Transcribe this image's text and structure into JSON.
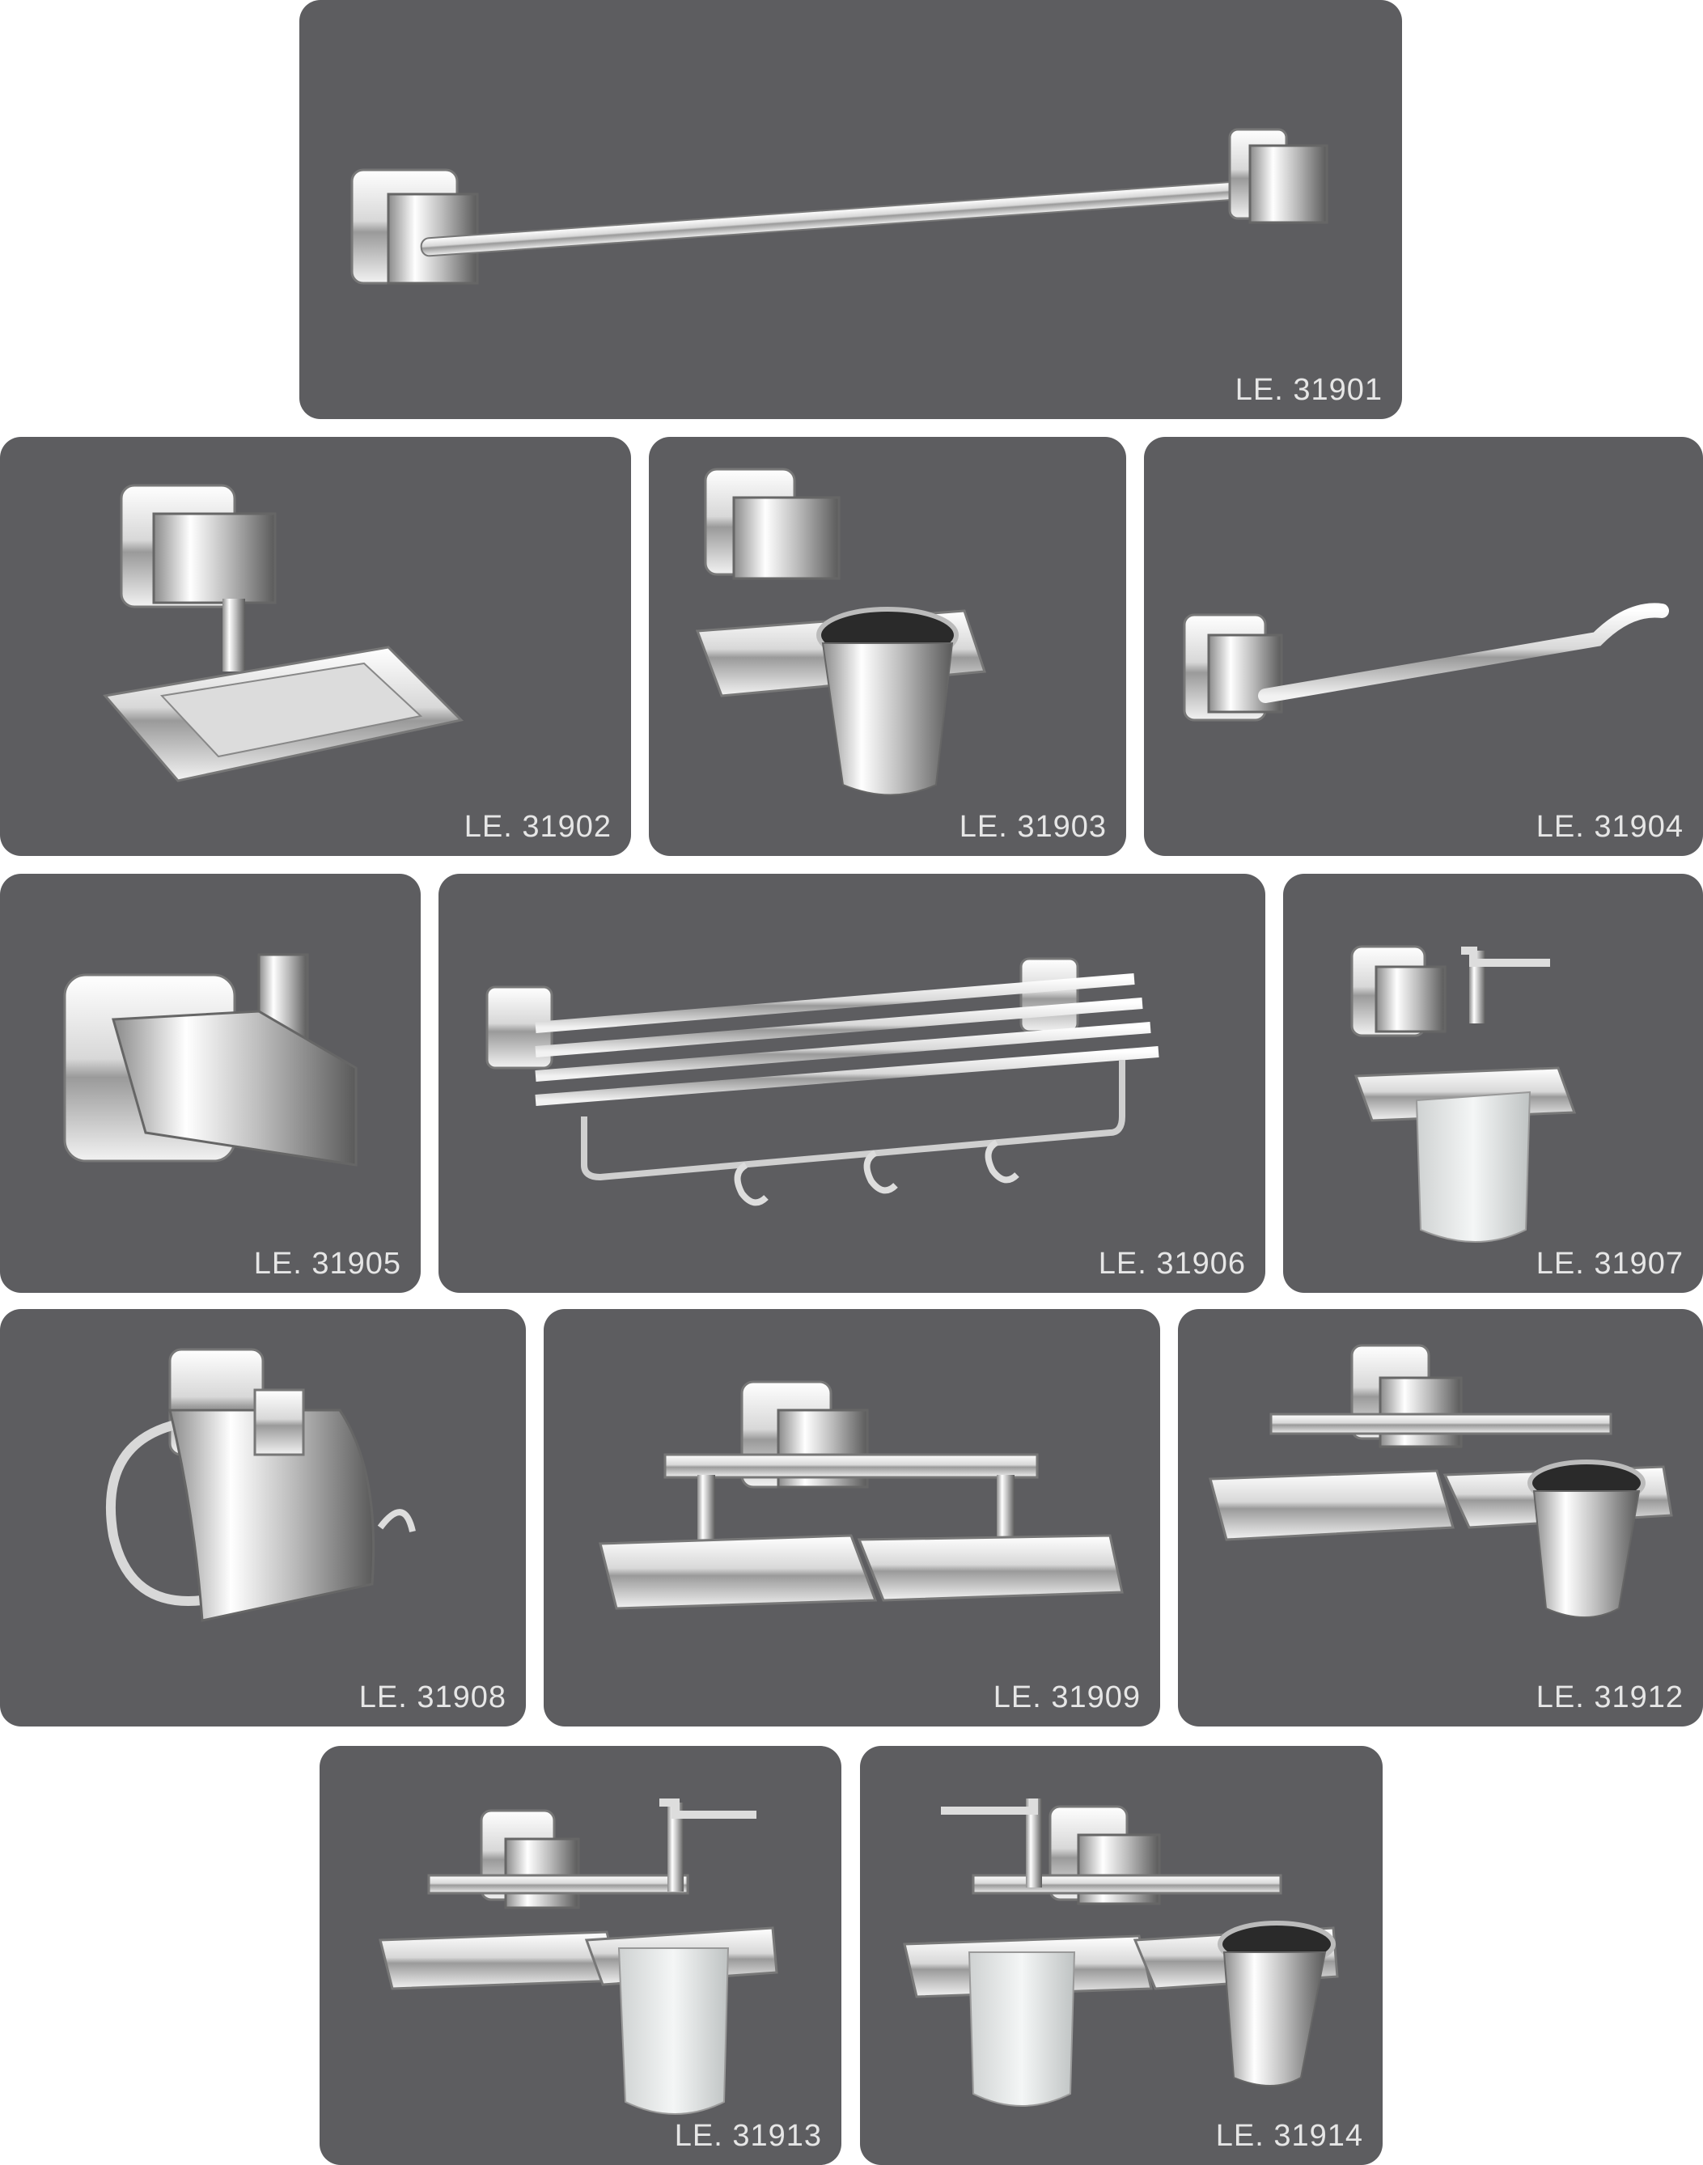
{
  "colors": {
    "page_bg": "#ffffff",
    "card_bg": "#5d5d60",
    "label": "#e6e6e6"
  },
  "products": [
    {
      "code": "LE. 31901",
      "icon": "towel-rod-icon"
    },
    {
      "code": "LE. 31902",
      "icon": "soap-dish-icon"
    },
    {
      "code": "LE. 31903",
      "icon": "tumbler-holder-icon"
    },
    {
      "code": "LE. 31904",
      "icon": "napkin-ring-icon"
    },
    {
      "code": "LE. 31905",
      "icon": "robe-hook-icon"
    },
    {
      "code": "LE. 31906",
      "icon": "towel-rack-icon"
    },
    {
      "code": "LE. 31907",
      "icon": "soap-dispenser-icon"
    },
    {
      "code": "LE. 31908",
      "icon": "paper-holder-icon"
    },
    {
      "code": "LE. 31909",
      "icon": "double-soap-dish-icon"
    },
    {
      "code": "LE. 31912",
      "icon": "soap-dish-tumbler-icon"
    },
    {
      "code": "LE. 31913",
      "icon": "soap-dish-dispenser-icon"
    },
    {
      "code": "LE. 31914",
      "icon": "dispenser-tumbler-icon"
    }
  ]
}
